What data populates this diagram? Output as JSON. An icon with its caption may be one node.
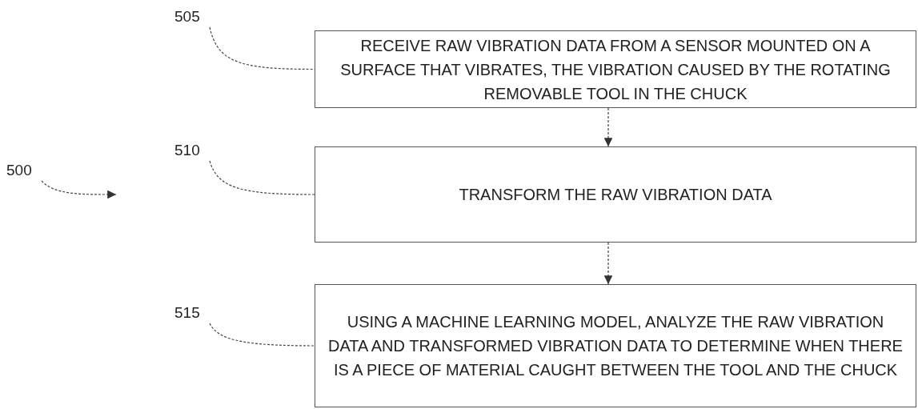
{
  "diagram": {
    "nodes": [
      {
        "text": [
          "505"
        ]
      },
      {
        "text": [
          "RECEIVE RAW VIBRATION DATA FROM A SENSOR MOUNTED ON A SURFACE THAT VIBRATES, THE VIBRATION CAUSED BY THE ROTATING REMOVABLE TOOL IN THE CHUCK"
        ]
      },
      {
        "text": [
          "510"
        ]
      },
      {
        "text": [
          "TRANSFORM THE RAW VIBRATION DATA"
        ]
      },
      {
        "text": [
          "515"
        ]
      },
      {
        "text": [
          "USING A MACHINE LEARNING MODEL, ANALYZE THE RAW VIBRATION DATA AND TRANSFORMED VIBRATION DATA TO DETERMINE WHEN THERE IS A PIECE OF MATERIAL CAUGHT BETWEEN THE TOOL AND THE CHUCK"
        ]
      },
      {
        "text": [
          "500"
        ]
      }
    ],
    "edges": [
      {
        "from": 0,
        "to": 1,
        "arrow": "none",
        "style": "dashed"
      },
      {
        "from": 1,
        "to": 3,
        "arrow": "to",
        "style": "dashed"
      },
      {
        "from": 2,
        "to": 3,
        "arrow": "none",
        "style": "dashed"
      },
      {
        "from": 3,
        "to": 5,
        "arrow": "to",
        "style": "dashed"
      },
      {
        "from": 4,
        "to": 5,
        "arrow": "none",
        "style": "dashed"
      },
      {
        "from": 6,
        "to": null,
        "arrow": "to",
        "style": "dashed"
      }
    ]
  }
}
